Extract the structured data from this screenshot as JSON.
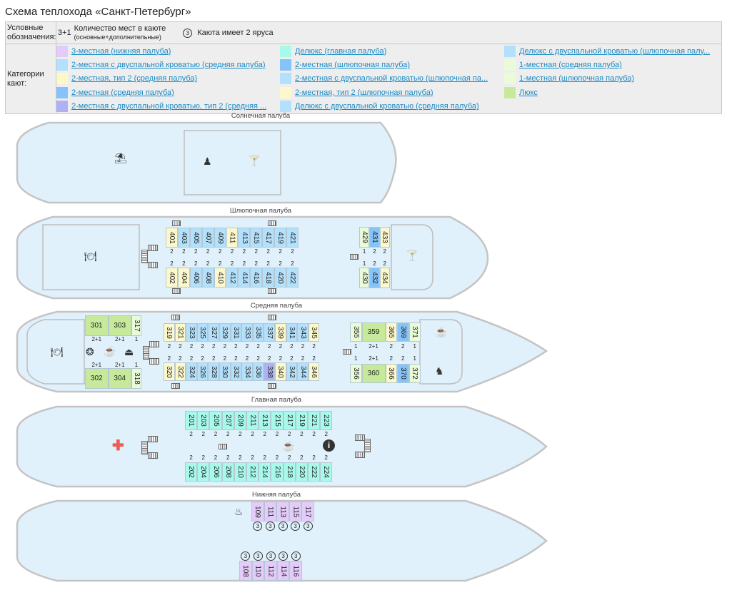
{
  "title": "Схема теплохода «Санкт-Петербург»",
  "legend": {
    "symbols_label": "Условные обозначения:",
    "count_example": "3+1",
    "count_desc": "Количество мест в каюте",
    "count_desc_sub": "(основные+дополнительные)",
    "tier_example": "3",
    "tier_desc": "Каюта имеет 2 яруса",
    "categories_label": "Категории кают:",
    "categories": [
      {
        "label": "3-местная (нижняя палуба)",
        "color": "#e4ccfa"
      },
      {
        "label": "2-местная с двуспальной кроватью (средняя палуба)",
        "color": "#b3e0fb"
      },
      {
        "label": "2-местная, тип 2 (средняя палуба)",
        "color": "#fcf8cb"
      },
      {
        "label": "2-местная (средняя палуба)",
        "color": "#85c3f8"
      },
      {
        "label": "2-местная с двуспальной кроватью, тип 2 (средняя ...",
        "color": "#aeb2f5"
      },
      {
        "label": "Делюкс (главная палуба)",
        "color": "#a7f9ea"
      },
      {
        "label": "2-местная (шлюпочная палуба)",
        "color": "#85c3f8"
      },
      {
        "label": "2-местная с двуспальной кроватью (шлюпочная па...",
        "color": "#b3e0fb"
      },
      {
        "label": "2-местная, тип 2 (шлюпочная палуба)",
        "color": "#fcf8cb"
      },
      {
        "label": "Делюкс с двуспальной кроватью (средняя палуба)",
        "color": "#b3e0fb"
      },
      {
        "label": "Делюкс с двуспальной кроватью (шлюпочная палу...",
        "color": "#b3e0fb"
      },
      {
        "label": "1-местная (средняя палуба)",
        "color": "#eafbd8"
      },
      {
        "label": "1-местная (шлюпочная палуба)",
        "color": "#eafbd8"
      },
      {
        "label": "Люкс",
        "color": "#c6ea9a"
      }
    ]
  },
  "colors": {
    "hull_fill": "#e0f1fb",
    "hull_stroke": "#c4c4c4",
    "yellow": "#fcf8cb",
    "lightblue": "#b3e0fb",
    "blue": "#85c3f8",
    "violet": "#aeb2f5",
    "turquoise": "#a7f9ea",
    "lilac": "#e4ccfa",
    "single": "#eafbd8",
    "lux": "#c6ea9a"
  },
  "decks": {
    "sun": {
      "label": "Солнечная палуба"
    },
    "boat": {
      "label": "Шлюпочная палуба",
      "top": [
        {
          "n": "401",
          "c": "yellow",
          "cap": "2"
        },
        {
          "n": "403",
          "c": "lightblue",
          "cap": "2"
        },
        {
          "n": "405",
          "c": "lightblue",
          "cap": "2"
        },
        {
          "n": "407",
          "c": "lightblue",
          "cap": "2"
        },
        {
          "n": "409",
          "c": "lightblue",
          "cap": "2"
        },
        {
          "n": "411",
          "c": "yellow",
          "cap": "2"
        },
        {
          "n": "413",
          "c": "lightblue",
          "cap": "2"
        },
        {
          "n": "415",
          "c": "lightblue",
          "cap": "2"
        },
        {
          "n": "417",
          "c": "lightblue",
          "cap": "2"
        },
        {
          "n": "419",
          "c": "lightblue",
          "cap": "2"
        },
        {
          "n": "421",
          "c": "lightblue",
          "cap": "2"
        }
      ],
      "bottom": [
        {
          "n": "402",
          "c": "yellow",
          "cap": "2"
        },
        {
          "n": "404",
          "c": "yellow",
          "cap": "2"
        },
        {
          "n": "406",
          "c": "lightblue",
          "cap": "2"
        },
        {
          "n": "408",
          "c": "lightblue",
          "cap": "2"
        },
        {
          "n": "410",
          "c": "yellow",
          "cap": "2"
        },
        {
          "n": "412",
          "c": "lightblue",
          "cap": "2"
        },
        {
          "n": "414",
          "c": "lightblue",
          "cap": "2"
        },
        {
          "n": "416",
          "c": "lightblue",
          "cap": "2"
        },
        {
          "n": "418",
          "c": "lightblue",
          "cap": "2"
        },
        {
          "n": "420",
          "c": "lightblue",
          "cap": "2"
        },
        {
          "n": "422",
          "c": "lightblue",
          "cap": "2"
        }
      ],
      "fore_top": [
        {
          "n": "429",
          "c": "single",
          "cap": "1"
        },
        {
          "n": "431",
          "c": "blue",
          "cap": "2"
        },
        {
          "n": "433",
          "c": "yellow",
          "cap": "2"
        }
      ],
      "fore_bottom": [
        {
          "n": "430",
          "c": "single",
          "cap": "1"
        },
        {
          "n": "432",
          "c": "blue",
          "cap": "2"
        },
        {
          "n": "434",
          "c": "yellow",
          "cap": "2"
        }
      ]
    },
    "middle": {
      "label": "Средняя палуба",
      "aft_top": [
        {
          "n": "301",
          "c": "lux",
          "cap": "2+1",
          "w": "wide"
        },
        {
          "n": "303",
          "c": "lux",
          "cap": "2+1",
          "w": "wide"
        },
        {
          "n": "317",
          "c": "single",
          "cap": "1"
        }
      ],
      "aft_bottom": [
        {
          "n": "302",
          "c": "lux",
          "cap": "2+1",
          "w": "wide"
        },
        {
          "n": "304",
          "c": "lux",
          "cap": "2+1",
          "w": "wide"
        },
        {
          "n": "318",
          "c": "single",
          "cap": "1"
        }
      ],
      "top": [
        {
          "n": "319",
          "c": "yellow",
          "cap": "2"
        },
        {
          "n": "321",
          "c": "yellow",
          "cap": "2"
        },
        {
          "n": "323",
          "c": "lightblue",
          "cap": "2"
        },
        {
          "n": "325",
          "c": "lightblue",
          "cap": "2"
        },
        {
          "n": "327",
          "c": "lightblue",
          "cap": "2"
        },
        {
          "n": "329",
          "c": "lightblue",
          "cap": "2"
        },
        {
          "n": "331",
          "c": "lightblue",
          "cap": "2"
        },
        {
          "n": "333",
          "c": "lightblue",
          "cap": "2"
        },
        {
          "n": "335",
          "c": "lightblue",
          "cap": "2"
        },
        {
          "n": "337",
          "c": "lightblue",
          "cap": "2"
        },
        {
          "n": "339",
          "c": "yellow",
          "cap": "2"
        },
        {
          "n": "341",
          "c": "lightblue",
          "cap": "2"
        },
        {
          "n": "343",
          "c": "lightblue",
          "cap": "2"
        },
        {
          "n": "345",
          "c": "yellow",
          "cap": "2"
        }
      ],
      "bottom": [
        {
          "n": "320",
          "c": "yellow",
          "cap": "2"
        },
        {
          "n": "322",
          "c": "yellow",
          "cap": "2"
        },
        {
          "n": "324",
          "c": "lightblue",
          "cap": "2"
        },
        {
          "n": "326",
          "c": "lightblue",
          "cap": "2"
        },
        {
          "n": "328",
          "c": "lightblue",
          "cap": "2"
        },
        {
          "n": "330",
          "c": "lightblue",
          "cap": "2"
        },
        {
          "n": "332",
          "c": "lightblue",
          "cap": "2"
        },
        {
          "n": "334",
          "c": "lightblue",
          "cap": "2"
        },
        {
          "n": "336",
          "c": "lightblue",
          "cap": "2"
        },
        {
          "n": "338",
          "c": "violet",
          "cap": "2"
        },
        {
          "n": "340",
          "c": "yellow",
          "cap": "2"
        },
        {
          "n": "342",
          "c": "lightblue",
          "cap": "2"
        },
        {
          "n": "344",
          "c": "lightblue",
          "cap": "2"
        },
        {
          "n": "346",
          "c": "yellow",
          "cap": "2"
        }
      ],
      "fore_top": [
        {
          "n": "355",
          "c": "single",
          "cap": "1"
        },
        {
          "n": "359",
          "c": "lux",
          "cap": "2+1",
          "w": "wide"
        },
        {
          "n": "365",
          "c": "yellow",
          "cap": "2"
        },
        {
          "n": "369",
          "c": "blue",
          "cap": "2"
        },
        {
          "n": "371",
          "c": "single",
          "cap": "1"
        }
      ],
      "fore_bottom": [
        {
          "n": "356",
          "c": "single",
          "cap": "1"
        },
        {
          "n": "360",
          "c": "lux",
          "cap": "2+1",
          "w": "wide"
        },
        {
          "n": "366",
          "c": "yellow",
          "cap": "2"
        },
        {
          "n": "370",
          "c": "blue",
          "cap": "2"
        },
        {
          "n": "372",
          "c": "single",
          "cap": "1"
        }
      ]
    },
    "main": {
      "label": "Главная палуба",
      "top": [
        {
          "n": "201",
          "c": "turquoise",
          "cap": "2"
        },
        {
          "n": "203",
          "c": "turquoise",
          "cap": "2"
        },
        {
          "n": "205",
          "c": "turquoise",
          "cap": "2"
        },
        {
          "n": "207",
          "c": "turquoise",
          "cap": "2"
        },
        {
          "n": "209",
          "c": "turquoise",
          "cap": "2"
        },
        {
          "n": "211",
          "c": "turquoise",
          "cap": "2"
        },
        {
          "n": "213",
          "c": "turquoise",
          "cap": "2"
        },
        {
          "n": "215",
          "c": "turquoise",
          "cap": "2"
        },
        {
          "n": "217",
          "c": "turquoise",
          "cap": "2"
        },
        {
          "n": "219",
          "c": "turquoise",
          "cap": "2"
        },
        {
          "n": "221",
          "c": "turquoise",
          "cap": "2"
        },
        {
          "n": "223",
          "c": "turquoise",
          "cap": "2"
        }
      ],
      "bottom": [
        {
          "n": "202",
          "c": "turquoise",
          "cap": "2"
        },
        {
          "n": "204",
          "c": "turquoise",
          "cap": "2"
        },
        {
          "n": "206",
          "c": "turquoise",
          "cap": "2"
        },
        {
          "n": "208",
          "c": "turquoise",
          "cap": "2"
        },
        {
          "n": "210",
          "c": "turquoise",
          "cap": "2"
        },
        {
          "n": "212",
          "c": "turquoise",
          "cap": "2"
        },
        {
          "n": "214",
          "c": "turquoise",
          "cap": "2"
        },
        {
          "n": "216",
          "c": "turquoise",
          "cap": "2"
        },
        {
          "n": "218",
          "c": "turquoise",
          "cap": "2"
        },
        {
          "n": "220",
          "c": "turquoise",
          "cap": "2"
        },
        {
          "n": "222",
          "c": "turquoise",
          "cap": "2"
        },
        {
          "n": "224",
          "c": "turquoise",
          "cap": "2"
        }
      ]
    },
    "lower": {
      "label": "Нижняя палуба",
      "top": [
        {
          "n": "109",
          "c": "lilac",
          "cap": "3"
        },
        {
          "n": "111",
          "c": "lilac",
          "cap": "3"
        },
        {
          "n": "113",
          "c": "lilac",
          "cap": "3"
        },
        {
          "n": "115",
          "c": "lilac",
          "cap": "3"
        },
        {
          "n": "117",
          "c": "lilac",
          "cap": "3"
        }
      ],
      "bottom": [
        {
          "n": "108",
          "c": "lilac",
          "cap": "3"
        },
        {
          "n": "110",
          "c": "lilac",
          "cap": "3"
        },
        {
          "n": "112",
          "c": "lilac",
          "cap": "3"
        },
        {
          "n": "114",
          "c": "lilac",
          "cap": "3"
        },
        {
          "n": "116",
          "c": "lilac",
          "cap": "3"
        }
      ]
    }
  },
  "icons": {
    "beach": "⛱",
    "conference": "♟",
    "bar": "🍸",
    "restaurant": "🍽",
    "laundry": "❂",
    "coffee": "☕",
    "iron": "⏏",
    "rocking_horse": "♞",
    "medical": "✚",
    "info": "i",
    "massage": "♨"
  }
}
